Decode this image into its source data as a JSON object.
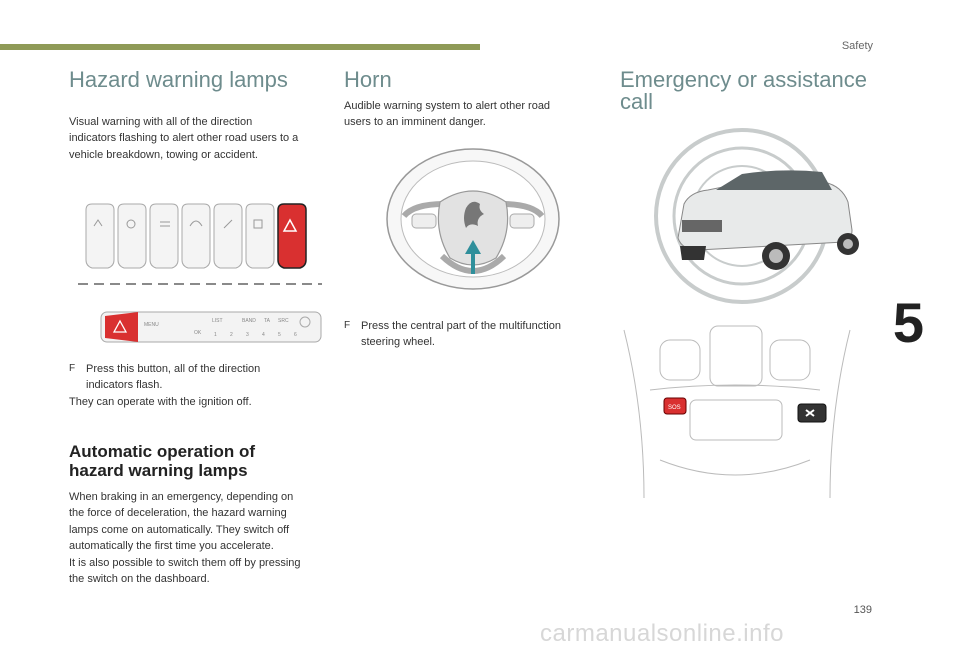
{
  "header": {
    "section": "Safety"
  },
  "chapter": "5",
  "page_number": "139",
  "watermark": "carmanualsonline.info",
  "hazard": {
    "title": "Hazard warning lamps",
    "intro": [
      "Visual warning with all of the direction",
      "indicators flashing to alert other road users to a",
      "vehicle breakdown, towing or accident."
    ],
    "step_mark": "F",
    "step": [
      "Press this button, all of the direction",
      "indicators flash."
    ],
    "note": "They can operate with the ignition off.",
    "auto_title": [
      "Automatic operation of",
      "hazard warning lamps"
    ],
    "auto_text": [
      "When braking in an emergency, depending on",
      "the force of deceleration, the hazard warning",
      "lamps come on automatically. They switch off",
      "automatically the first time you accelerate.",
      "It is also possible to switch them off by pressing",
      "the switch on the dashboard."
    ]
  },
  "horn": {
    "title": "Horn",
    "intro": [
      "Audible warning system to alert other road",
      "users to an imminent danger."
    ],
    "step_mark": "F",
    "step": [
      "Press the central part of the multifunction",
      "steering wheel."
    ]
  },
  "emergency": {
    "title": [
      "Emergency or assistance",
      "call"
    ],
    "sos_label": "SOS"
  },
  "radio_panel": {
    "labels": [
      "MENU",
      "LIST",
      "BAND",
      "TA",
      "SRC",
      "OK"
    ],
    "presets": [
      "1",
      "2",
      "3",
      "4",
      "5",
      "6"
    ]
  },
  "colors": {
    "accent_bar": "#8f9a57",
    "heading": "#6e8c8d",
    "hazard_red": "#d93030",
    "arrow": "#2f8f9b"
  }
}
